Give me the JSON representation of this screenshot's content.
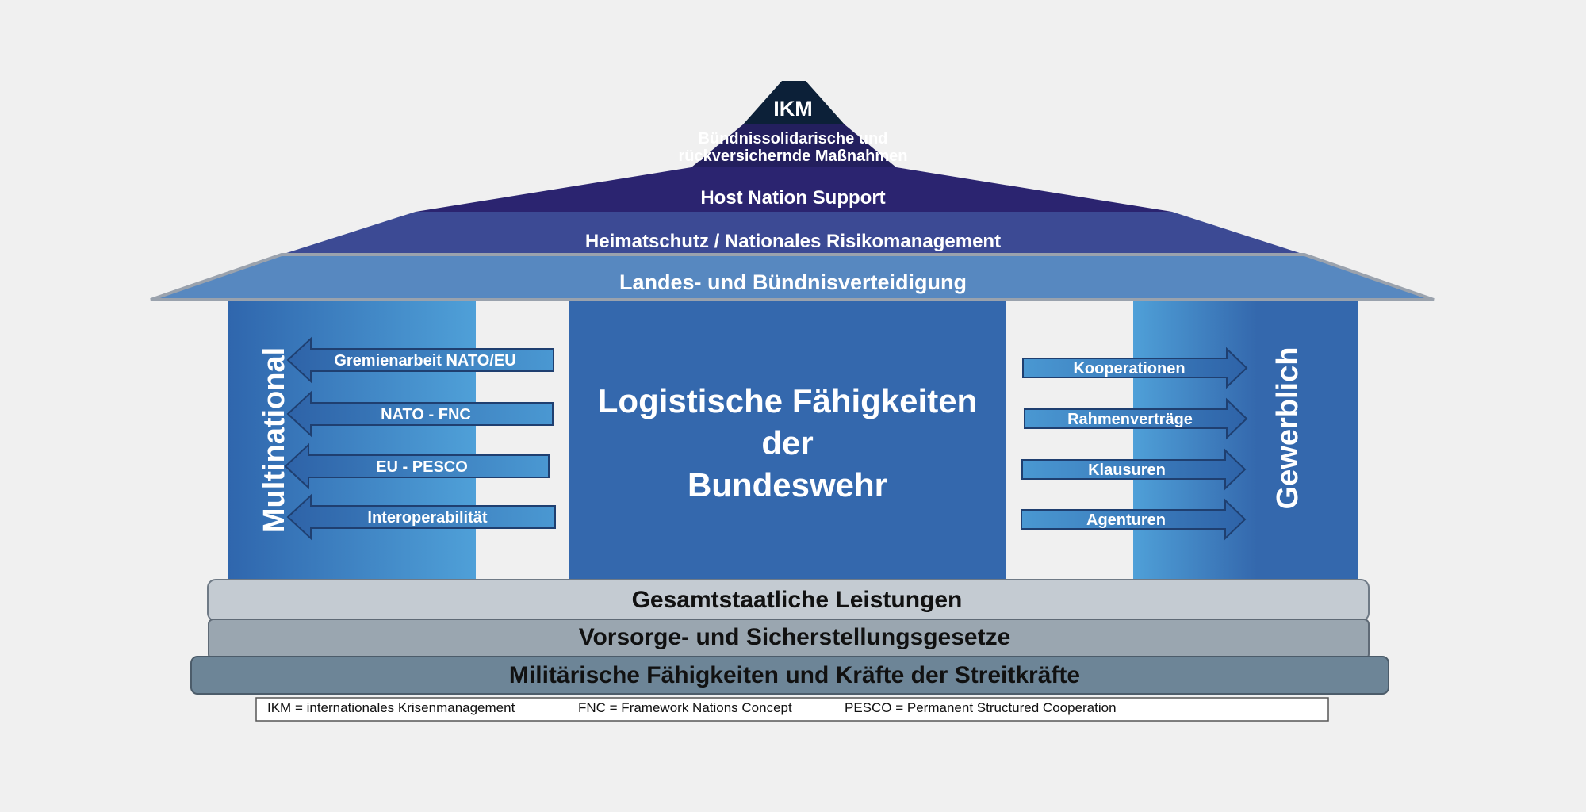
{
  "roof": {
    "ikm": "IKM",
    "buendnis_line1": "Bündnissolidarische und",
    "buendnis_line2": "rückversichernde Maßnahmen",
    "host_nation": "Host Nation Support",
    "heimatschutz": "Heimatschutz / Nationales Risikomanagement",
    "landes": "Landes- und Bündnisverteidigung"
  },
  "left_pillar": {
    "label": "Multinational",
    "arrows": [
      "Gremienarbeit NATO/EU",
      "NATO  - FNC",
      "EU  - PESCO",
      "Interoperabilität"
    ]
  },
  "center": {
    "line1": "Logistische Fähigkeiten",
    "line2": "der",
    "line3": "Bundeswehr"
  },
  "right_pillar": {
    "label": "Gewerblich",
    "arrows": [
      "Kooperationen",
      "Rahmenverträge",
      "Klausuren",
      "Agenturen"
    ]
  },
  "foundation": {
    "layer1": "Gesamtstaatliche Leistungen",
    "layer2": "Vorsorge- und Sicherstellungsgesetze",
    "layer3": "Militärische Fähigkeiten und Kräfte der Streitkräfte"
  },
  "footnote": {
    "ikm": "IKM = internationales Krisenmanagement",
    "fnc": "FNC = Framework Nations Concept",
    "pesco": "PESCO = Permanent Structured Cooperation"
  },
  "colors": {
    "ikm": "#0c2038",
    "buendnis": "#231f5e",
    "host": "#2b2470",
    "heimat": "#3c4a94",
    "landes": "#5788c0",
    "pillar": "#3468ad",
    "pillar_light": "#4d9fd8"
  }
}
